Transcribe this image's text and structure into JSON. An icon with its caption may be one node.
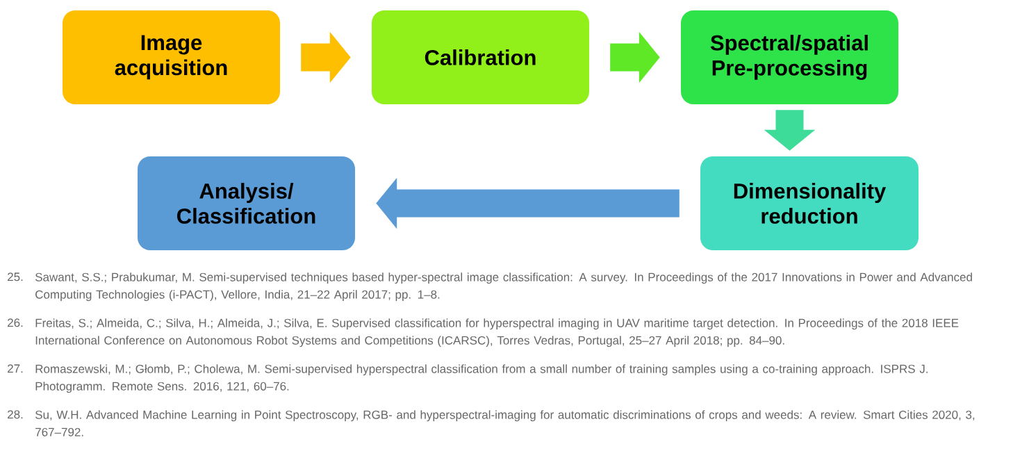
{
  "diagram": {
    "nodes": [
      {
        "text": [
          "Image acquisition"
        ]
      },
      {
        "text": [
          "Calibration"
        ]
      },
      {
        "text": [
          "Spectral/spatial Pre-processing"
        ]
      },
      {
        "text": [
          "Dimensionality reduction"
        ]
      },
      {
        "text": [
          "Analysis/ Classification"
        ]
      }
    ],
    "edges": [
      {
        "from": 0,
        "to": 1,
        "arrow": "to",
        "color": "#fdbf00"
      },
      {
        "from": 1,
        "to": 2,
        "arrow": "to",
        "color": "#5fe826"
      },
      {
        "from": 2,
        "to": 3,
        "arrow": "to",
        "color": "#3ddc98"
      },
      {
        "from": 3,
        "to": 4,
        "arrow": "to",
        "color": "#5b9bd5"
      }
    ],
    "labels": [
      "25.",
      "Sawant, S.S.; Prabukumar, M. Semi-supervised techniques based hyper-spectral image classification: A survey. In Proceedings of the 2017 Innovations in Power and Advanced Computing Technologies (i-PACT), Vellore, India, 21–22 April 2017; pp. 1–8.",
      "26.",
      "Freitas, S.; Almeida, C.; Silva, H.; Almeida, J.; Silva, E. Supervised classification for hyperspectral imaging in UAV maritime target detection. In Proceedings of the 2018 IEEE International Conference on Autonomous Robot Systems and Competitions (ICARSC), Torres Vedras, Portugal, 25–27 April 2018; pp. 84–90.",
      "27.",
      "Romaszewski, M.; Głomb, P.; Cholewa, M. Semi-supervised hyperspectral classification from a small number of training samples using a co-training approach. ISPRS J. Photogramm. Remote Sens. 2016, 121, 60–76.",
      "28.",
      "Su, W.H. Advanced Machine Learning in Point Spectroscopy, RGB- and hyperspectral-imaging for automatic discriminations of crops and weeds: A review. Smart Cities 2020, 3, 767–792."
    ]
  }
}
